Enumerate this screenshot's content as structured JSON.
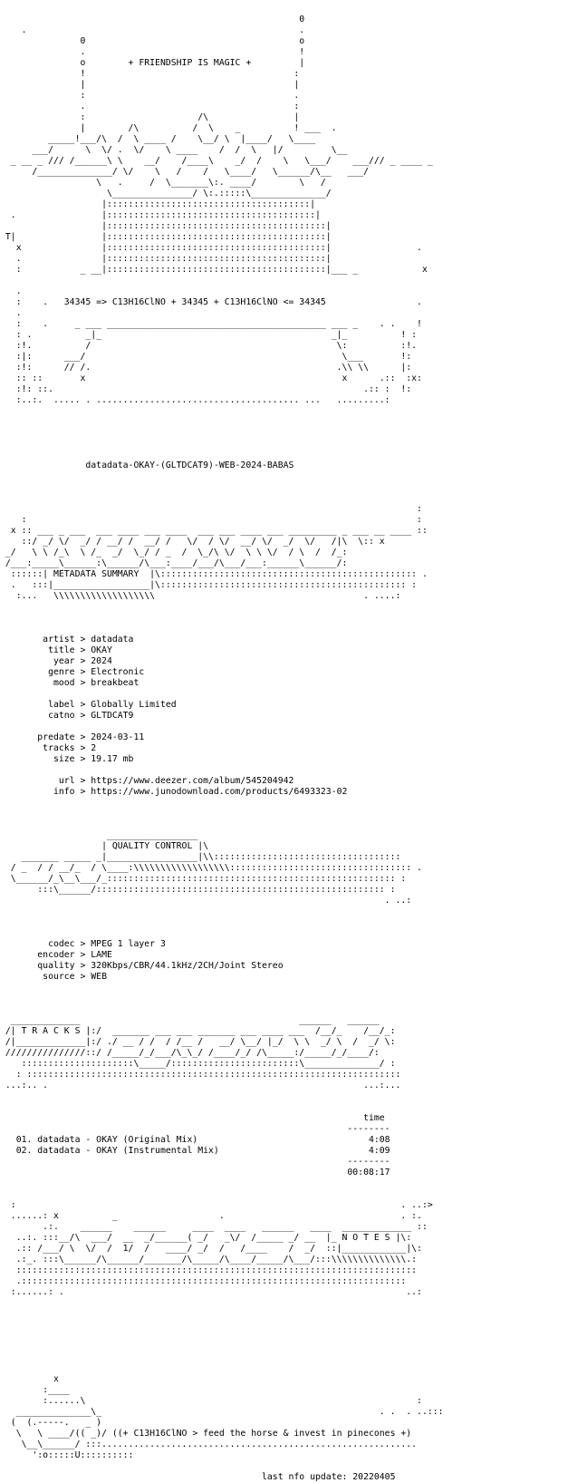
{
  "document": {
    "lines": [
      "",
      "                                                        0",
      "    .                                                   .",
      "               0                                        o",
      "               .                                        !",
      "               o        + FRIENDSHIP IS MAGIC +         |",
      "               !                                       :",
      "               |                                       |",
      "               :                                       .",
      "               .                                       :",
      "               :                     /\\                |",
      "               |        /\\          /  \\    _          ! ___  .",
      "         _____!___/\\  /  \\ ____ /    \\__/ \\  |____/   \\____",
      "      ___/      \\  \\/ .  \\/    \\ ____    /  /  \\   |/         \\__",
      "  _ __ _ /// /______\\ \\    __/    /____\\    _/  /    \\   \\___/    ___/// _ ____ _",
      "      /______________/ \\/    \\   /    /   \\____/   \\______/\\__   ___/",
      "                  \\   .     /  \\_______\\:. ____/        \\   /",
      "                    \\_______________/ \\:.:::::\\______________/",
      "                   |::::::::::::::::::::::::::::::::::::::|",
      "  .                |:::::::::::::::::::::::::::::::::::::::|",
      "                   |:::::::::::::::::::::::::::::::::::::::::|",
      " T|                |:::::::::::::::::::::::::::::::::::::::::|",
      "   x               |:::::::::::::::::::::::::::::::::::::::::|                .",
      "   .               |:::::::::::::::::::::::::::::::::::::::::|",
      "   :           _ __|:::::::::::::::::::::::::::::::::::::::::|___ _            x",
      "",
      "   .",
      "   :    .   34345 => C13H16ClNO + 34345 + C13H16ClNO <= 34345                 .",
      "   .",
      "   :    .     _ ___ _________________________________________ ___ _    . .    !",
      "   : .          _|_                                           _|_          ! :",
      "   :!.          /                                              \\:          :!.",
      "   :|:      ___/                                                \\___       !:",
      "   :!:      // /.                                              .\\\\ \\\\      |:",
      "   :: ::       x                                                x      .::  :x:",
      "   :!: ::.                                                          .:: :  !:",
      "   :..:.  ..... . ...................................... ...   .........:",
      "",
      "",
      "",
      "",
      "",
      "                datadata-OKAY-(GLTDCAT9)-WEB-2024-BABAS",
      "",
      "",
      "",
      "                                                                              :",
      "    :                                                                         :",
      "  x :: ___ _ ___  ___ ____ ___ ____  ___ ___ ____ ___ _________ _ ___ __ ____ ::",
      "    ::/ _/ \\/  _/ / __/ /  __/ /   \\/  / \\/  __/ \\/  _/  \\/   /|\\  \\:: x",
      " _/   \\ \\ /_\\  \\ /_  _/  \\_/ / _  /  \\_/\\ \\/  \\ \\ \\/  / \\  /  /_:",
      " /___:_____\\______:\\______/\\___:____/___/\\___/___:______\\______/:",
      "  ::::::| METADATA SUMMARY  |\\:::::::::::::::::::::::::::::::::::::::::::::::: .",
      "  .   :::|__________________|\\:::::::::::::::::::::::::::::::::::::::::::::: :",
      "   :...   \\\\\\\\\\\\\\\\\\\\\\\\\\\\\\\\\\\\\\                                       . ....:",
      "",
      "",
      "",
      "        artist > datadata",
      "         title > OKAY",
      "          year > 2024",
      "         genre > Electronic",
      "          mood > breakbeat",
      "",
      "         label > Globally Limited",
      "         catno > GLTDCAT9",
      "",
      "       predate > 2024-03-11",
      "        tracks > 2",
      "          size > 19.17 mb",
      "",
      "           url > https://www.deezer.com/album/545204942",
      "          info > https://www.junodownload.com/products/6493323-02",
      "",
      "",
      "",
      "                    _________________",
      "                   | QUALITY CONTROL |\\",
      "    _______ _____ _|_________________|\\\\:::::::::::::::::::::::::::::::::::",
      "  / _  / / __/_  / \\____:\\\\\\\\\\\\\\\\\\\\\\\\\\\\\\\\\\\\:::::::::::::::::::::::::::::::::: .",
      "  \\______/_\\__\\___/_:::::::::::::::::::::::::::::::::::::::::::::::::::::: :",
      "       :::\\______/:::::::::::::::::::::::::::::::::::::::::::::::::::::: :",
      "                                                                        . ..:",
      "",
      "",
      "",
      "         codec > MPEG 1 layer 3",
      "       encoder > LAME",
      "       quality > 320Kbps/CBR/44.1kHz/2CH/Joint Stereo",
      "        source > WEB",
      "",
      "",
      "",
      "  _____________                                         ______   ______",
      " /| T R A C K S |:/  _______ ___ ___ _______ ___ ____ ___  /__/_    /__/_:",
      " /|_____________|:/ ./ __ / /  / /__ /   __/ \\__/ |_/  \\ \\  _/ \\  /  _/ \\:",
      " ///////////////::/ /_____/_/___/\\_\\_/ /____/_/ /\\_____:/_____/_/____/:",
      "    :::::::::::::::::::::\\_____/::::::::::::::::::::::::\\______________/ :",
      "   : ::::::::::::::::::::::::::::::::::::::::::::::::::::::::::::::::::::::",
      " ...:.. .                                                           ...:...",
      "",
      "",
      "                                                                    time",
      "                                                                 --------",
      "   01. datadata - OKAY (Original Mix)                                4:08",
      "   02. datadata - OKAY (Instrumental Mix)                            4:09",
      "                                                                 --------",
      "                                                                 00:08:17",
      "",
      "",
      "  :                                                                        . ..:>",
      "  ......: x          _                   .                                 . :.",
      "        .:.    ______    ______     ____  ____   ______   ____  _____________ ::",
      "   ..:. :::__/\\  ___/  __  _/______( _/   _\\/  /_____ _/ __  |_ N O T E S |\\:",
      "   .:: /___/ \\  \\/  /  1/  /   ____/ _/  /   /____    /  _/  ::|____________|\\:",
      "   .:_. :::\\______/\\______/_______/\\_____/\\____/_____/\\___/:::\\\\\\\\\\\\\\\\\\\\\\\\\\\\.:",
      "   :::::::::::::::::::::::::::::::::::::::::::::::::::::::::::::::::::::::::::",
      "   .::::::::::::::::::::::::::::::::::::::::::::::::::::::::::::::::::::::::",
      "  :......: .                                                                ..:",
      "",
      "",
      "",
      "",
      "",
      "",
      "",
      "          x",
      "        :____",
      "        :......\\                                                              :",
      "   ______________\\_                                                    . .  . ..:::",
      "  (  (.-----.   _ )",
      "   \\   \\ ____/(( _)/ ((+ C13H16ClNO > feed the horse & invest in pinecones +)",
      "    \\__\\______/ :::...........................................................",
      "      ':o:::::U::::::::::",
      "",
      "                                                 last nfo update: 20220405"
    ]
  }
}
